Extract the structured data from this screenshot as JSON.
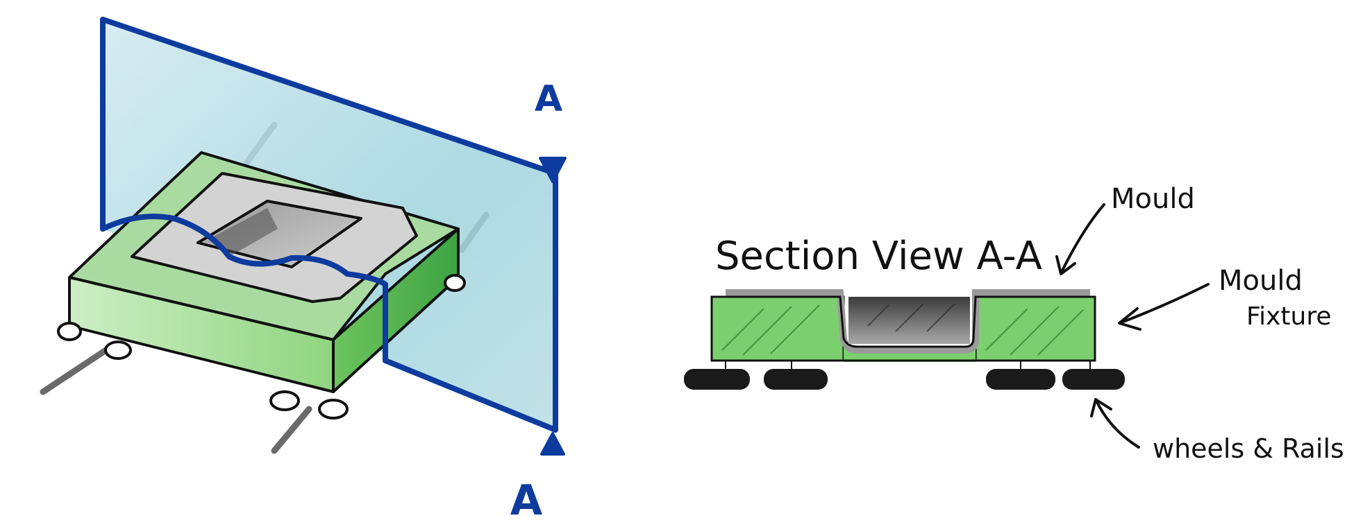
{
  "colors": {
    "plane_fill": "#9fd3dd",
    "plane_stroke": "#0d3b9e",
    "fixture_green": "#7ccf6e",
    "mould_gray": "#cfcfcf",
    "cavity_gray": "#6f6f6f",
    "wheel_black": "#1a1a1a",
    "ink": "#111111"
  },
  "iso_view": {
    "section_marker_top": "A",
    "section_marker_bottom": "A"
  },
  "section_view": {
    "title": "Section View  A-A",
    "callouts": {
      "mould": "Mould",
      "mould_fixture_line1": "Mould",
      "mould_fixture_line2": "Fixture",
      "wheels_rails": "wheels & Rails"
    }
  }
}
